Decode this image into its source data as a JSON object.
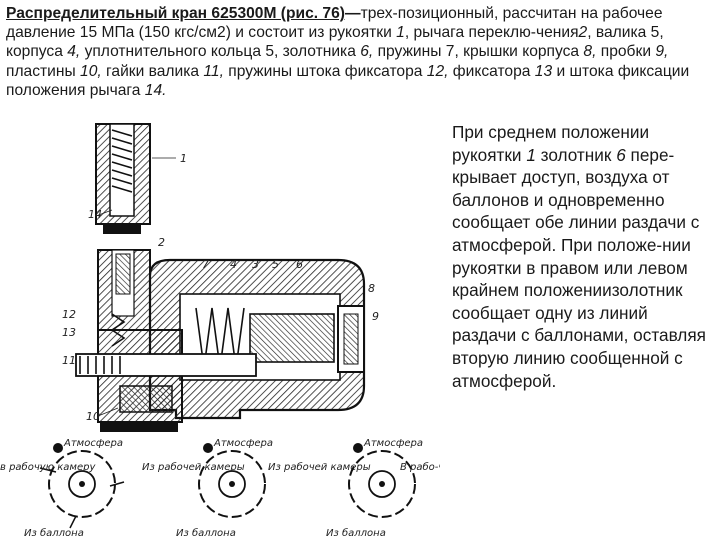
{
  "header": {
    "title": "Распределительный кран 625300М (рис. 76)",
    "dash": "—",
    "text_1": "трех-позиционный, рассчитан на рабочее давление 15 МПа (150 кгс/см2) и состоит из рукоятки ",
    "n1": "1",
    "text_2": ", рычага переклю-чения",
    "n2": "2",
    "text_3": ", валика 5, корпуса ",
    "n4": "4,",
    "text_4": " уплотнительного кольца 5, золотника ",
    "n6": "6,",
    "text_5": " пружины 7, крышки корпуса ",
    "n8": "8,",
    "text_6": " пробки ",
    "n9": "9,",
    "text_7": " пластины ",
    "n10": "10,",
    "text_8": " гайки валика ",
    "n11": "11,",
    "text_9": " пружины штока фиксатора ",
    "n12": "12,",
    "text_10": " фиксатора ",
    "n13": "13",
    "text_11": " и штока фиксации положения рычага ",
    "n14": "14."
  },
  "side": {
    "t1": "При среднем положении рукоятки ",
    "n1": "1",
    "t2": " золотник ",
    "n6": "6",
    "t3": " пере-крывает доступ, воздуха от баллонов и одновременно сообщает обе линии раздачи с атмосферой. При положе-нии рукоятки в правом или левом крайнем положениизолотник сообщает одну из линий раздачи с баллонами, оставляя вторую линию сообщенной с атмосферой."
  },
  "figure": {
    "callouts": [
      "1",
      "14",
      "2",
      "7",
      "4",
      "3",
      "5",
      "6",
      "8",
      "9",
      "12",
      "13",
      "11",
      "10"
    ],
    "diagram_labels": {
      "atm_1": "Атмосфера",
      "atm_2": "Атмосфера",
      "atm_3": "Атмосфера",
      "work_left": "в рабочую камеру",
      "work_mid": "Из рабочей камеры",
      "work_mid2": "Из рабочей камеры",
      "work_right": "В рабо-чую камеру",
      "from_cyl_1": "Из баллона",
      "from_cyl_2": "Из баллона",
      "from_cyl_3": "Из баллона"
    }
  }
}
